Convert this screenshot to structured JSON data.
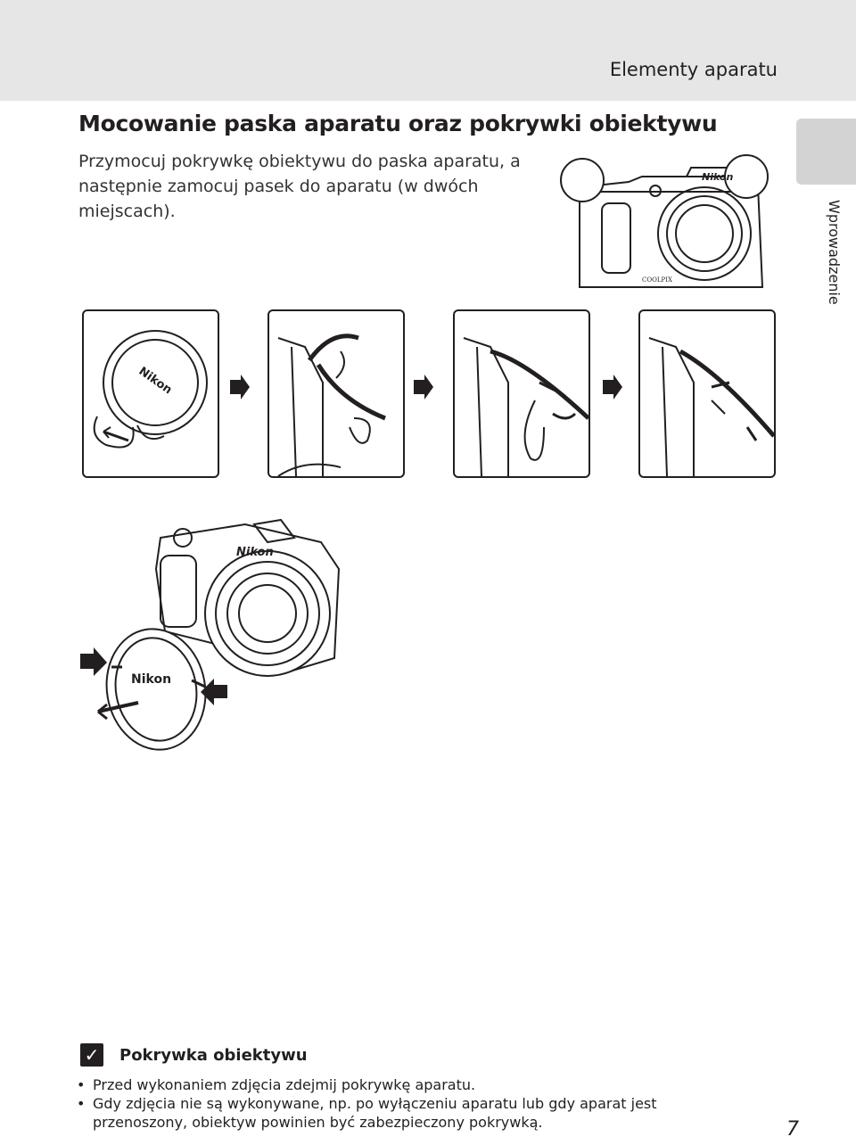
{
  "header": {
    "section_title": "Elementy aparatu",
    "side_tab_label": "Wprowadzenie"
  },
  "content": {
    "heading": "Mocowanie paska aparatu oraz pokrywki obiektywu",
    "intro": "Przymocuj pokrywkę obiektywu do paska aparatu, a następnie zamocuj pasek do aparatu (w dwóch miejscach)."
  },
  "figures": {
    "brand_logo": "Nikon",
    "model_logo": "COOLPIX"
  },
  "note": {
    "icon": "check-icon",
    "title": "Pokrywka obiektywu",
    "items": [
      "Przed wykonaniem zdjęcia zdejmij pokrywkę aparatu.",
      "Gdy zdjęcia nie są wykonywane, np. po wyłączeniu aparatu lub gdy aparat jest przenoszony, obiektyw powinien być zabezpieczony pokrywką."
    ]
  },
  "footer": {
    "page_number": "7"
  }
}
